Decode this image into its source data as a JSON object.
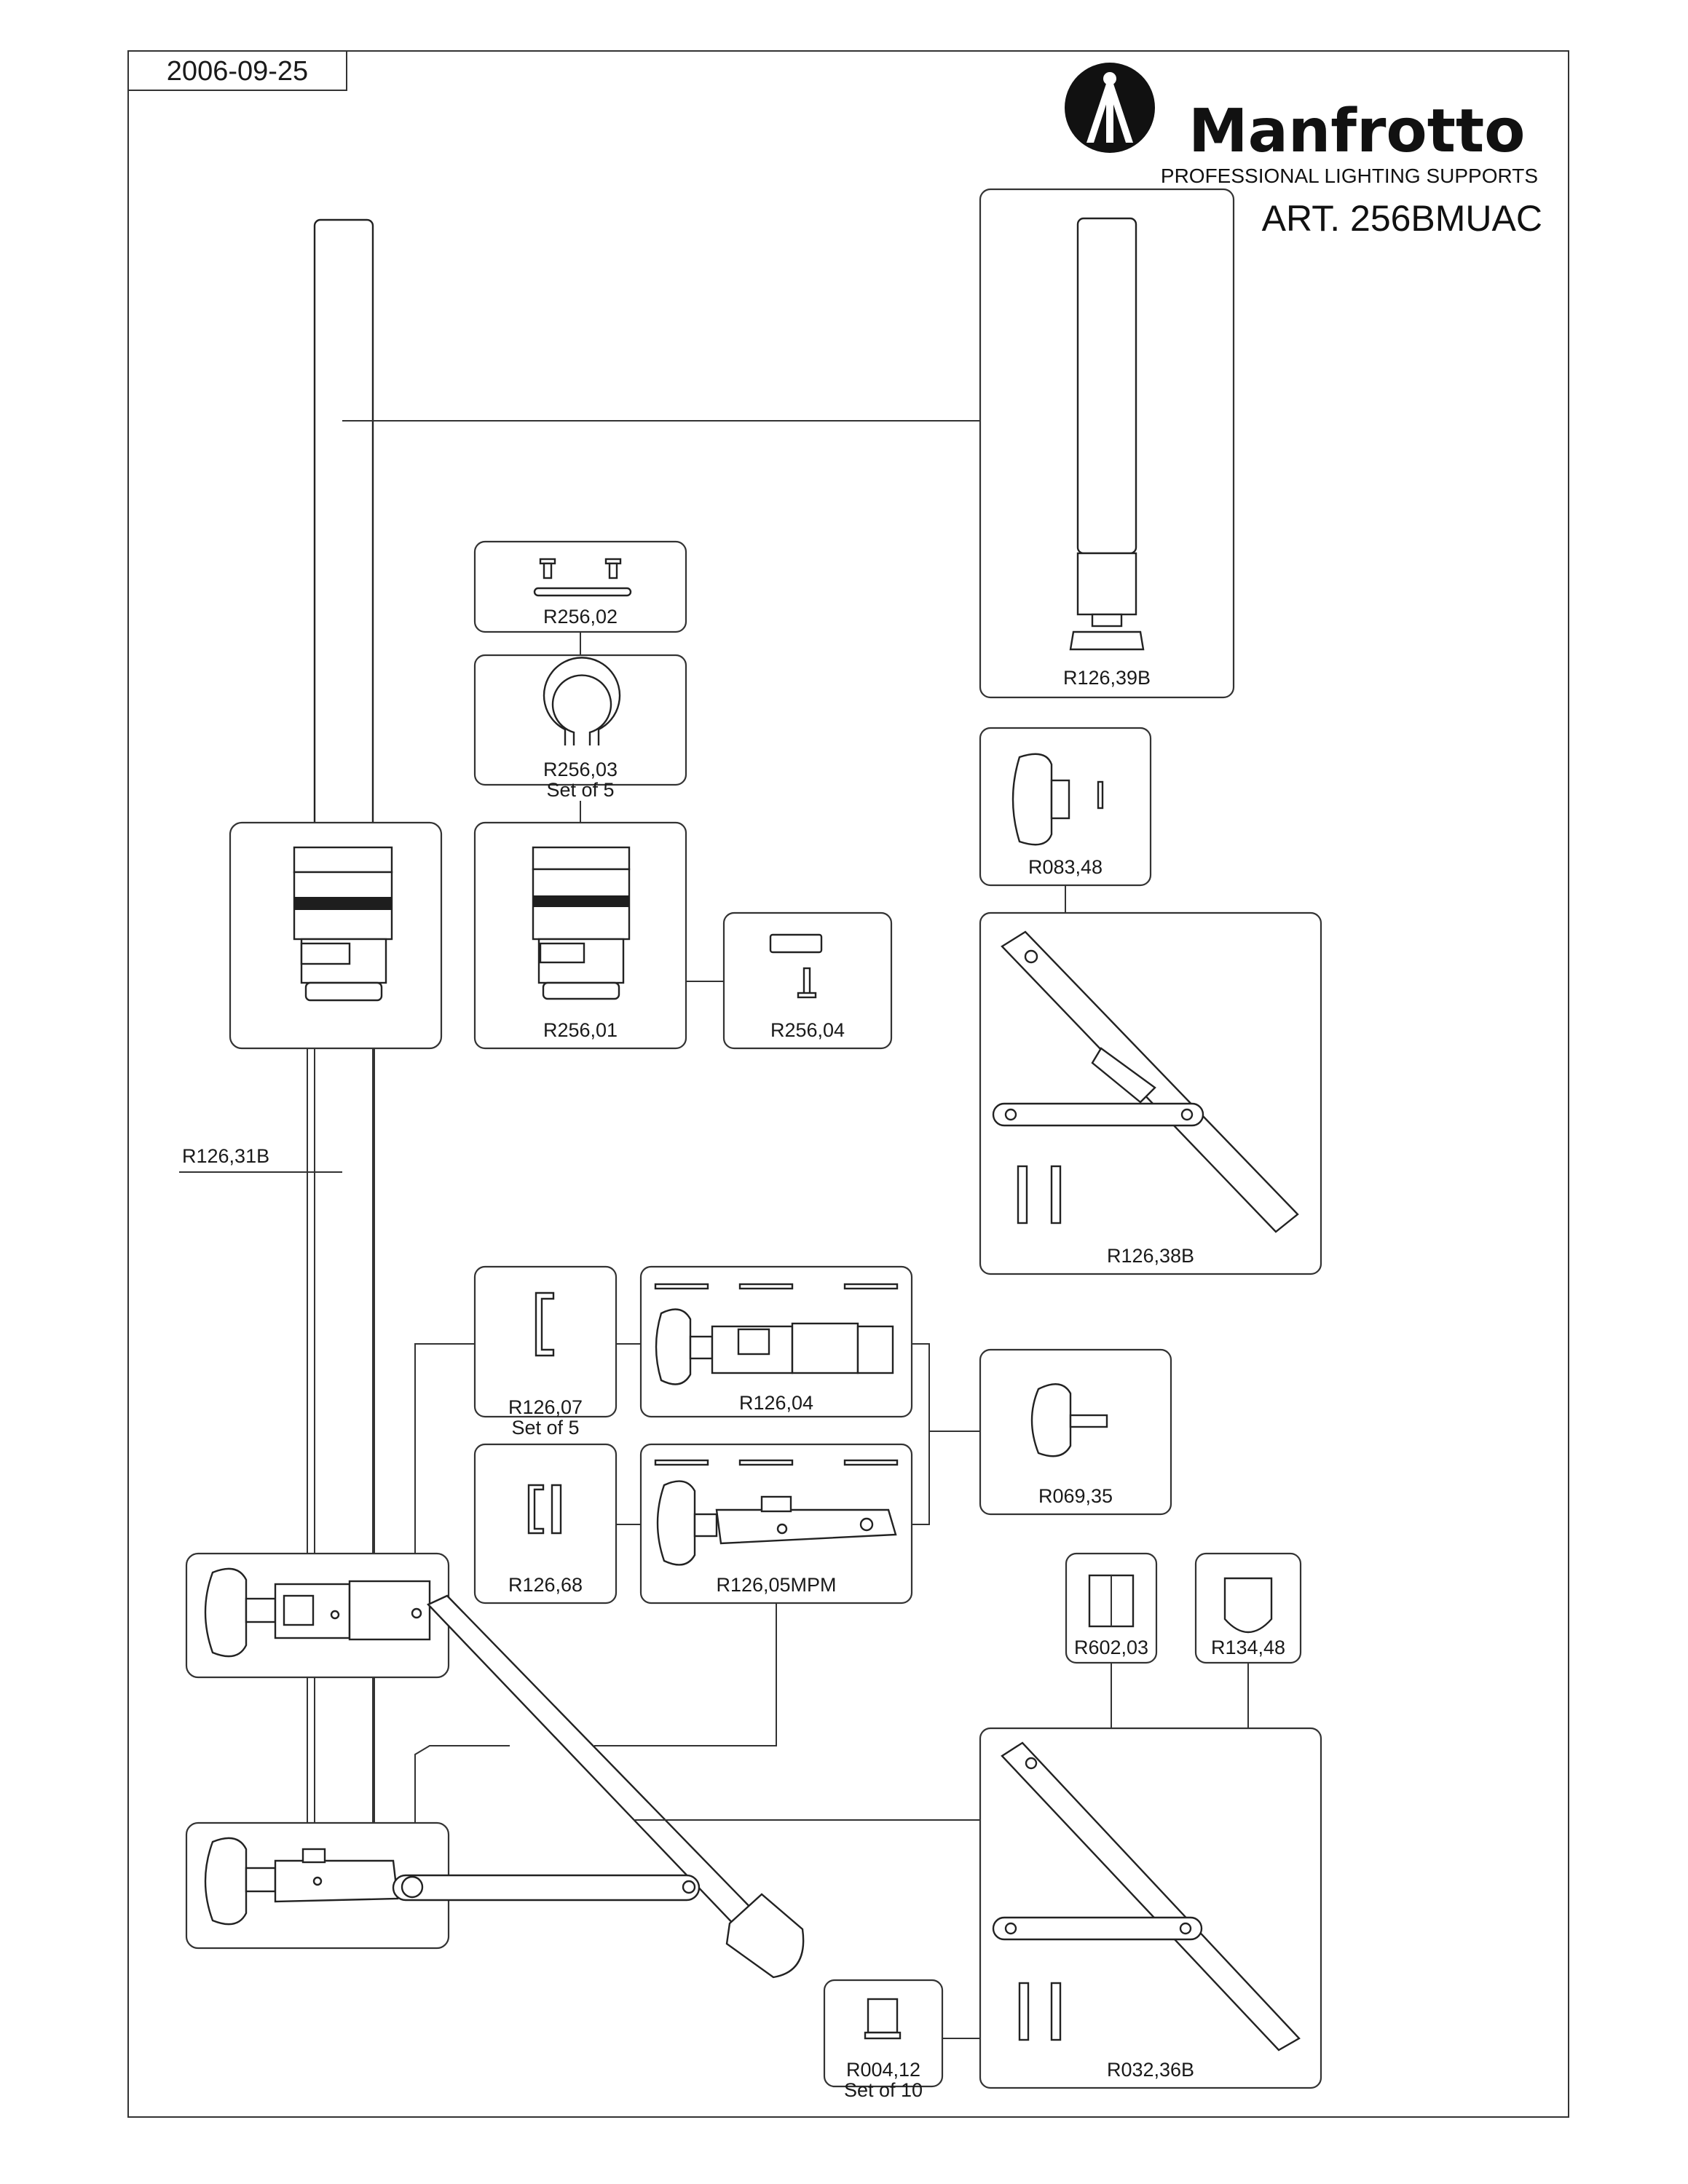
{
  "header": {
    "date": "2006-09-25",
    "brand": "Manfrotto",
    "tagline": "PROFESSIONAL LIGHTING SUPPORTS",
    "article": "ART. 256BMUAC"
  },
  "parts": {
    "r256_02": {
      "code": "R256,02"
    },
    "r256_03": {
      "code": "R256,03",
      "note": "Set of 5"
    },
    "r256_01": {
      "code": "R256,01"
    },
    "r256_04": {
      "code": "R256,04"
    },
    "r126_39b": {
      "code": "R126,39B"
    },
    "r083_48": {
      "code": "R083,48"
    },
    "r126_38b": {
      "code": "R126,38B"
    },
    "r126_31b": {
      "code": "R126,31B"
    },
    "r126_07": {
      "code": "R126,07",
      "note": "Set of 5"
    },
    "r126_04": {
      "code": "R126,04"
    },
    "r069_35": {
      "code": "R069,35"
    },
    "r126_68": {
      "code": "R126,68"
    },
    "r126_05mpm": {
      "code": "R126,05MPM"
    },
    "r602_03": {
      "code": "R602,03"
    },
    "r134_48": {
      "code": "R134,48"
    },
    "r032_36b": {
      "code": "R032,36B"
    },
    "r004_12": {
      "code": "R004,12",
      "note": "Set of 10"
    }
  },
  "colors": {
    "line": "#333333",
    "ink": "#1a1a1a"
  },
  "icons": {
    "logo": "manfrotto-tripod-logo"
  }
}
